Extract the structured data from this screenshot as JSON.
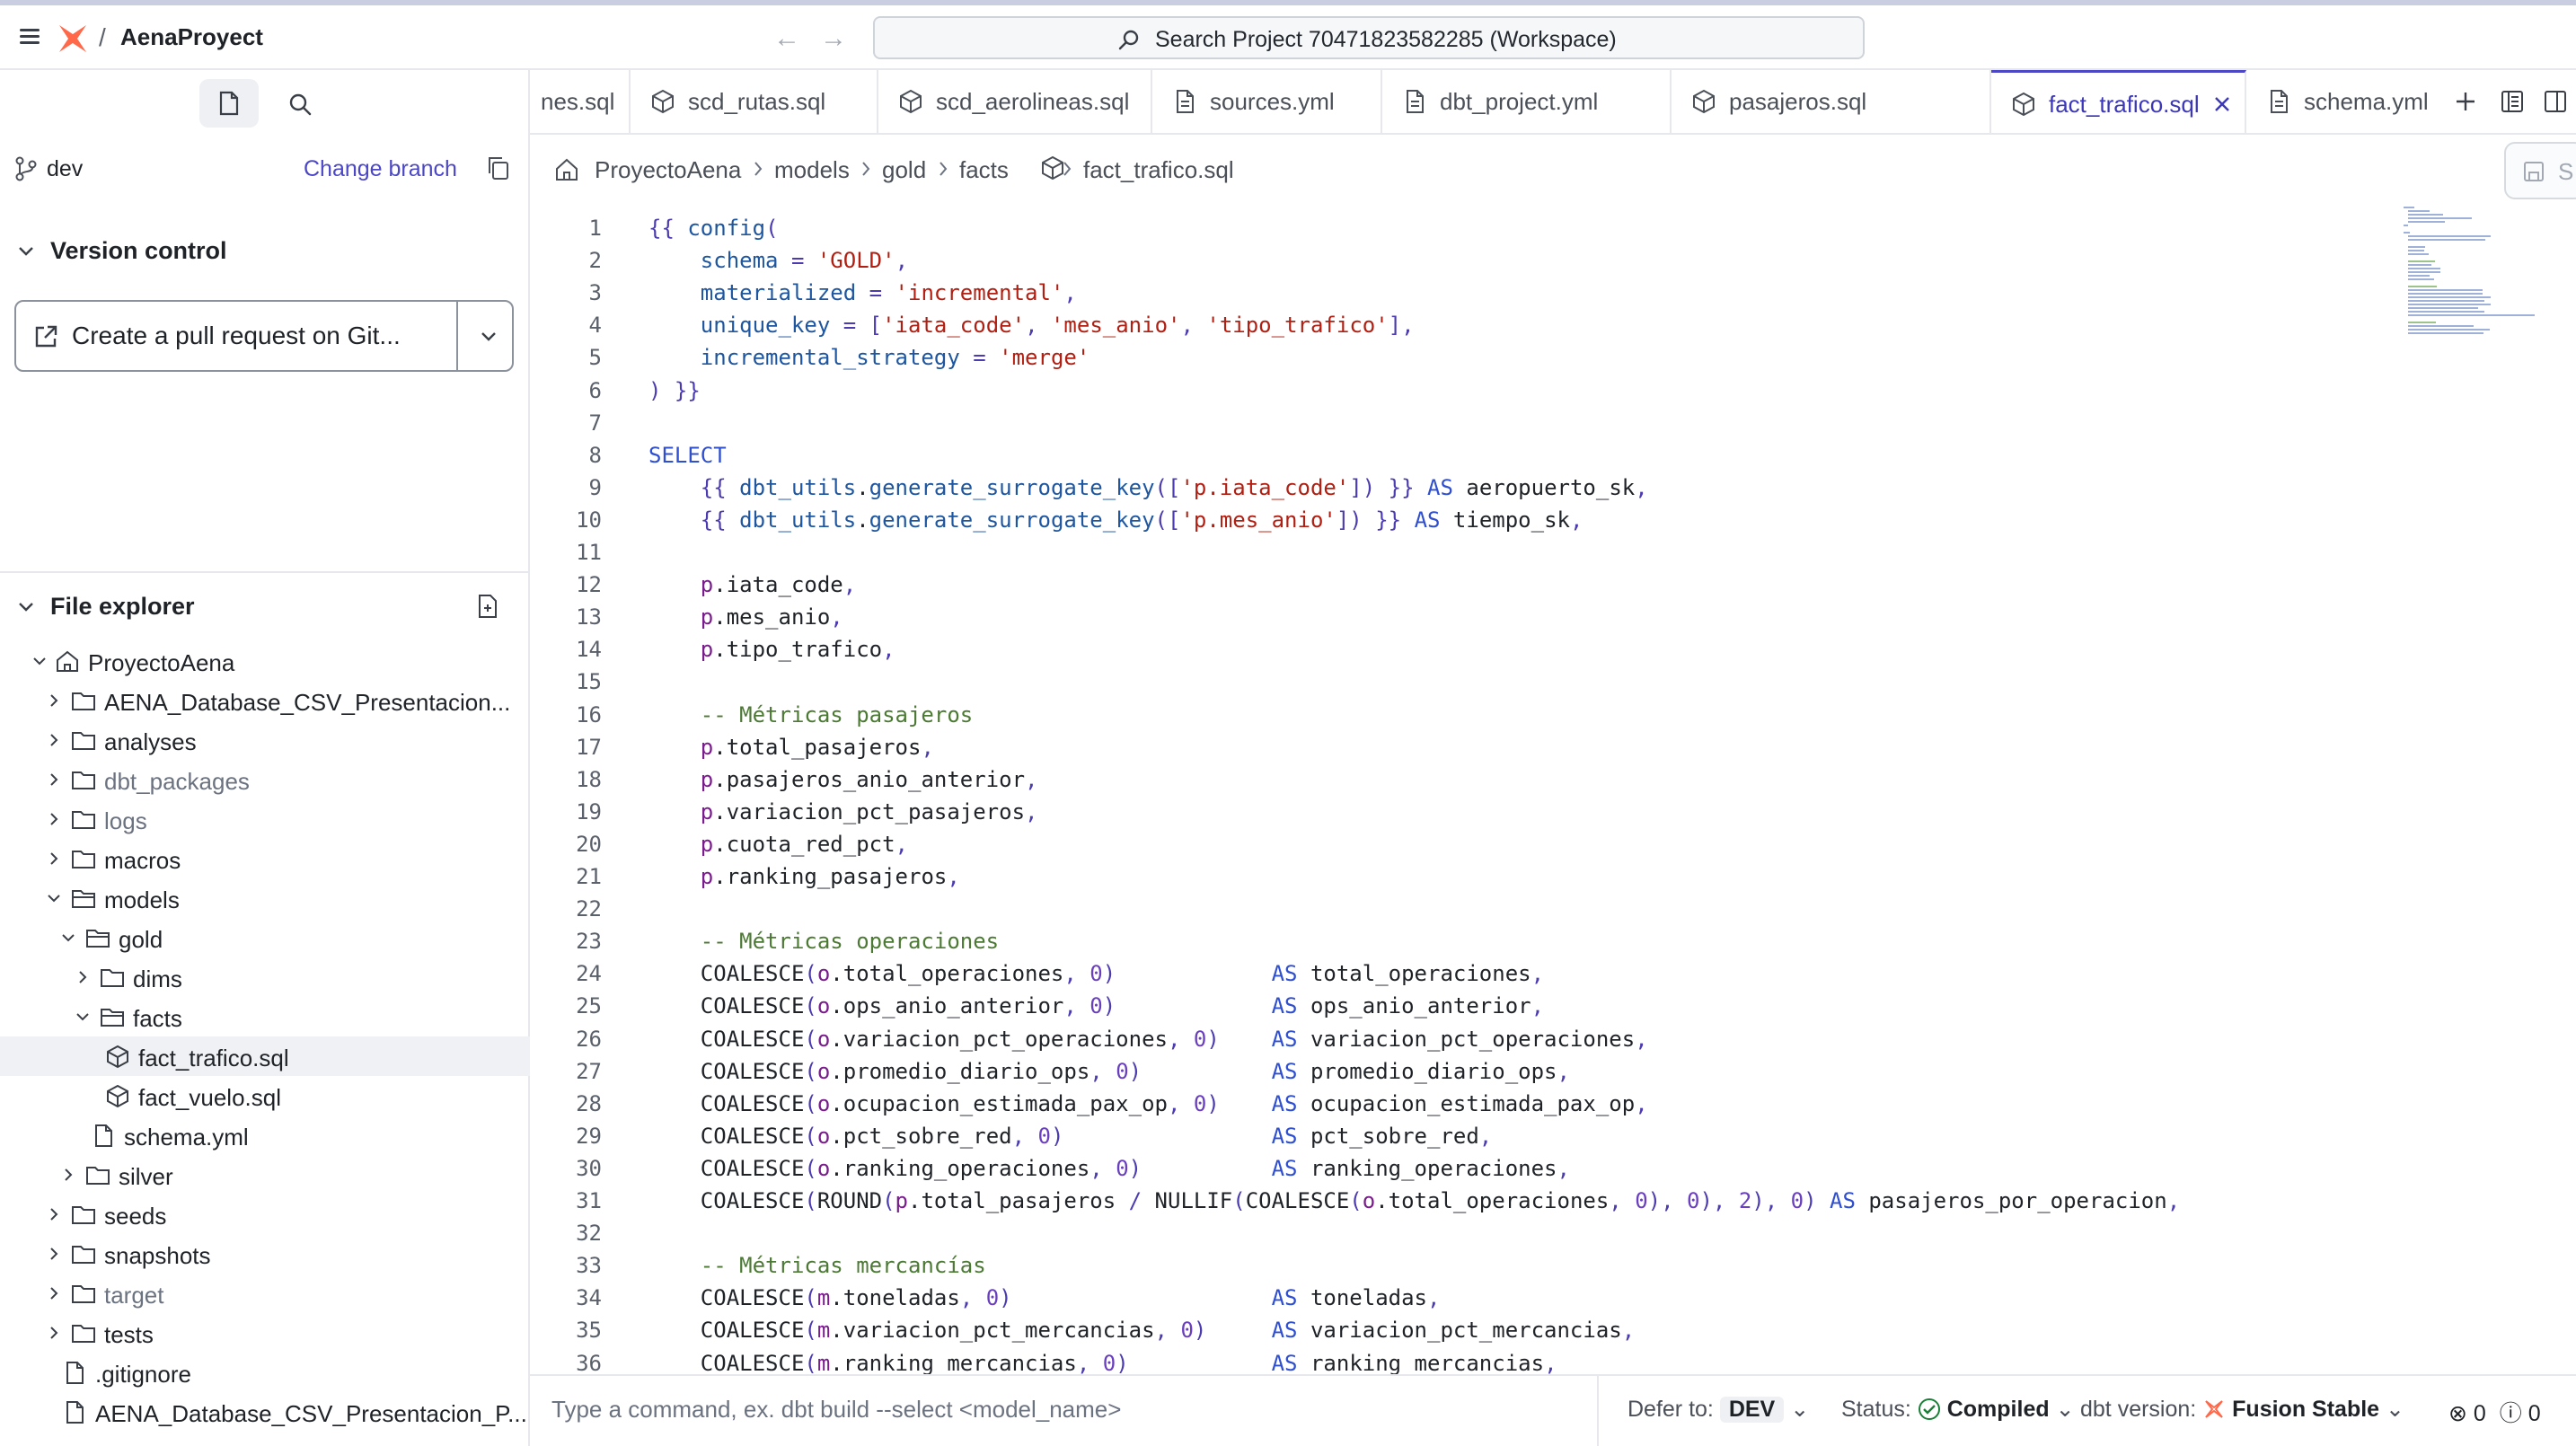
{
  "header": {
    "app_title": "AenaProyect",
    "search_text": "Search Project 70471823582285 (Workspace)"
  },
  "sidebar": {
    "branch": "dev",
    "change_branch": "Change branch",
    "version_control": "Version control",
    "pr_button": "Create a pull request on Git...",
    "file_explorer": "File explorer",
    "tree": [
      {
        "label": "ProyectoAena",
        "type": "root"
      },
      {
        "label": "AENA_Database_CSV_Presentacion...",
        "type": "folder"
      },
      {
        "label": "analyses",
        "type": "folder"
      },
      {
        "label": "dbt_packages",
        "type": "folder"
      },
      {
        "label": "logs",
        "type": "folder"
      },
      {
        "label": "macros",
        "type": "folder"
      },
      {
        "label": "models",
        "type": "folder-open"
      },
      {
        "label": "gold",
        "type": "folder-open"
      },
      {
        "label": "dims",
        "type": "folder"
      },
      {
        "label": "facts",
        "type": "folder-open"
      },
      {
        "label": "fact_trafico.sql",
        "type": "model"
      },
      {
        "label": "fact_vuelo.sql",
        "type": "model"
      },
      {
        "label": "schema.yml",
        "type": "file"
      },
      {
        "label": "silver",
        "type": "folder"
      },
      {
        "label": "seeds",
        "type": "folder"
      },
      {
        "label": "snapshots",
        "type": "folder"
      },
      {
        "label": "target",
        "type": "folder"
      },
      {
        "label": "tests",
        "type": "folder"
      },
      {
        "label": ".gitignore",
        "type": "file"
      },
      {
        "label": "AENA_Database_CSV_Presentacion_P...",
        "type": "file"
      }
    ]
  },
  "tabs": [
    {
      "label": "nes.sql"
    },
    {
      "label": "scd_rutas.sql"
    },
    {
      "label": "scd_aerolineas.sql"
    },
    {
      "label": "sources.yml"
    },
    {
      "label": "dbt_project.yml"
    },
    {
      "label": "pasajeros.sql"
    },
    {
      "label": "fact_trafico.sql"
    },
    {
      "label": "schema.yml"
    }
  ],
  "breadcrumb": [
    "ProyectoAena",
    "models",
    "gold",
    "facts",
    "fact_trafico.sql"
  ],
  "save_label": "S",
  "code_lines": [
    "{{ config(",
    "    schema = 'GOLD',",
    "    materialized = 'incremental',",
    "    unique_key = ['iata_code', 'mes_anio', 'tipo_trafico'],",
    "    incremental_strategy = 'merge'",
    ") }}",
    "",
    "SELECT",
    "    {{ dbt_utils.generate_surrogate_key(['p.iata_code']) }} AS aeropuerto_sk,",
    "    {{ dbt_utils.generate_surrogate_key(['p.mes_anio']) }} AS tiempo_sk,",
    "",
    "    p.iata_code,",
    "    p.mes_anio,",
    "    p.tipo_trafico,",
    "",
    "    -- Métricas pasajeros",
    "    p.total_pasajeros,",
    "    p.pasajeros_anio_anterior,",
    "    p.variacion_pct_pasajeros,",
    "    p.cuota_red_pct,",
    "    p.ranking_pasajeros,",
    "",
    "    -- Métricas operaciones",
    "    COALESCE(o.total_operaciones, 0)            AS total_operaciones,",
    "    COALESCE(o.ops_anio_anterior, 0)            AS ops_anio_anterior,",
    "    COALESCE(o.variacion_pct_operaciones, 0)    AS variacion_pct_operaciones,",
    "    COALESCE(o.promedio_diario_ops, 0)          AS promedio_diario_ops,",
    "    COALESCE(o.ocupacion_estimada_pax_op, 0)    AS ocupacion_estimada_pax_op,",
    "    COALESCE(o.pct_sobre_red, 0)                AS pct_sobre_red,",
    "    COALESCE(o.ranking_operaciones, 0)          AS ranking_operaciones,",
    "    COALESCE(ROUND(p.total_pasajeros / NULLIF(COALESCE(o.total_operaciones, 0), 0), 2), 0) AS pasajeros_por_operacion,",
    "",
    "    -- Métricas mercancías",
    "    COALESCE(m.toneladas, 0)                    AS toneladas,",
    "    COALESCE(m.variacion_pct_mercancias, 0)     AS variacion_pct_mercancias,",
    "    COALESCE(m.ranking_mercancias, 0)           AS ranking_mercancias,"
  ],
  "status": {
    "command_placeholder": "Type a command, ex. dbt build --select <model_name>",
    "defer_label": "Defer to:",
    "defer_value": "DEV",
    "status_label": "Status:",
    "status_value": "Compiled",
    "version_label": "dbt version:",
    "version_value": "Fusion Stable",
    "errors": "0",
    "warnings": "0"
  },
  "colors": {
    "accent": "#4b47c6",
    "logo": "#ff694a",
    "success": "#1a7f37"
  }
}
